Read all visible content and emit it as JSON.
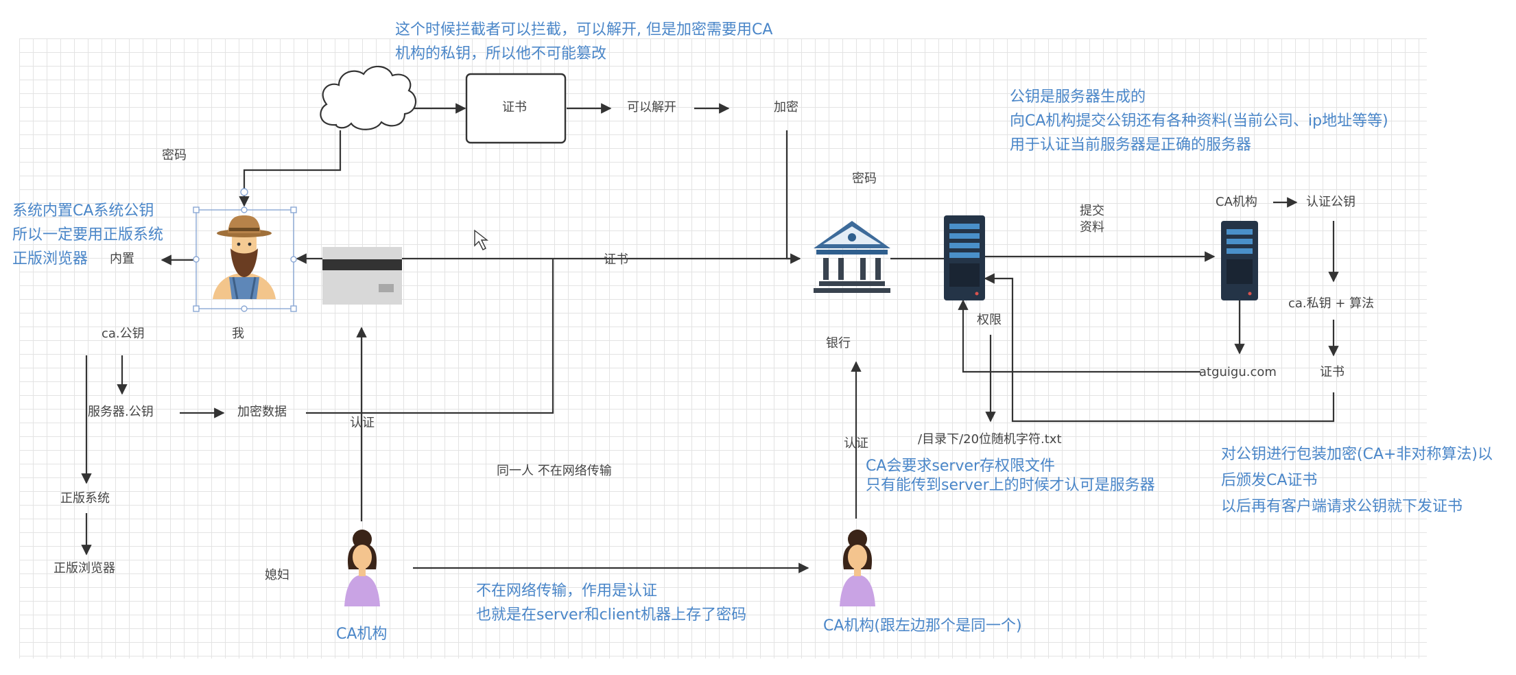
{
  "labels": {
    "cert_box": "证书",
    "can_decrypt": "可以解开",
    "encrypt": "加密",
    "password_left": "密码",
    "password_bank": "密码",
    "builtin": "内置",
    "me": "我",
    "ca_pubkey": "ca.公钥",
    "server_pubkey": "服务器.公钥",
    "encrypted_data": "加密数据",
    "auth_mid": "认证",
    "cert_line": "证书",
    "genuine_system": "正版系统",
    "genuine_browser": "正版浏览器",
    "wife": "媳妇",
    "same_person": "同一人 不在网络传输",
    "bank": "银行",
    "auth_right": "认证",
    "permission": "权限",
    "file_path": "/目录下/20位随机字符.txt",
    "submit_info": [
      "提交",
      "资料"
    ],
    "ca_org_top": "CA机构",
    "verify_pubkey": "认证公钥",
    "ca_private_algo": "ca.私钥 + 算法",
    "domain": "atguigu.com",
    "cert_right": "证书"
  },
  "notes": {
    "top_note": [
      "这个时候拦截者可以拦截，可以解开, 但是加密需要用CA",
      "机构的私钥，所以他不可能篡改"
    ],
    "left_note": [
      "系统内置CA系统公钥",
      "所以一定要用正版系统",
      "正版浏览器"
    ],
    "server_note": [
      "公钥是服务器生成的",
      "向CA机构提交公钥还有各种资料(当前公司、ip地址等等)",
      "用于认证当前服务器是正确的服务器"
    ],
    "ca_require": [
      "CA会要求server存权限文件",
      "只有能传到server上的时候才认可是服务器"
    ],
    "right_note": [
      "对公钥进行包装加密(CA+非对称算法)以",
      "后颁发CA证书",
      "以后再有客户端请求公钥就下发证书"
    ],
    "no_network": [
      "不在网络传输，作用是认证",
      "也就是在server和client机器上存了密码"
    ],
    "ca_left": "CA机构",
    "ca_right": "CA机构(跟左边那个是同一个)"
  },
  "colors": {
    "note_blue": "#4a86c8",
    "label_gray": "#444444",
    "line": "#333333",
    "server_dark": "#243447",
    "server_accent": "#4a90c9",
    "bank_blue": "#2f5f8e",
    "grid": "#e3e3e3"
  },
  "icons": {
    "cloud": "cloud-icon",
    "man": "farmer-avatar-icon",
    "card": "credit-card-icon",
    "bank": "bank-building-icon",
    "server": "server-rack-icon",
    "woman": "woman-avatar-icon",
    "cursor": "mouse-cursor-icon"
  }
}
